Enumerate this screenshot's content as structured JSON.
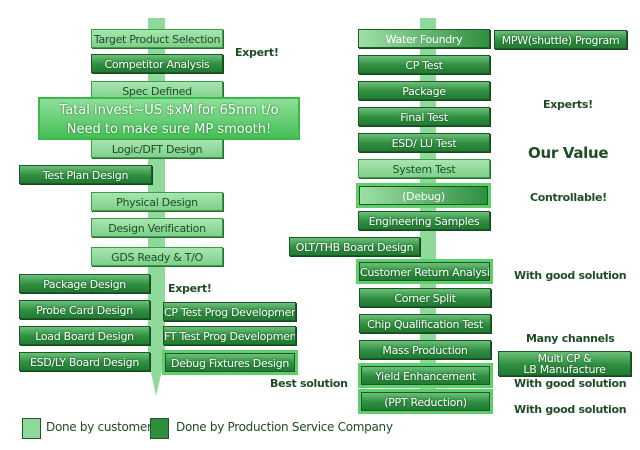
{
  "left": {
    "target": "Target Product Selection",
    "competitor": "Competitor Analysis",
    "spec": "Spec Defined",
    "banner": [
      "Tatal invest~US $xM for 65nm t/o",
      "Need to make sure MP smooth!"
    ],
    "logic": "Logic/DFT Design",
    "testplan": "Test Plan Design",
    "physical": "Physical Design",
    "verification": "Design Verification",
    "gds": "GDS Ready & T/O",
    "package": "Package Design",
    "probe": "Probe Card Design",
    "load": "Load Board Design",
    "esdly": "ESD/LY Board Design",
    "cpprog": "CP Test Prog Developmen",
    "ftprog": "FT Test Prog Developmen",
    "debugfix": "Debug Fixtures Design",
    "expert1": "Expert!",
    "expert2": "Expert!",
    "best": "Best solution"
  },
  "right": {
    "water": "Water Foundry",
    "mpw": "MPW(shuttle) Program",
    "cp": "CP Test",
    "package": "Package",
    "final": "Final Test",
    "esd": "ESD/ LU Test",
    "system": "System Test",
    "debug": "(Debug)",
    "eng": "Engineering Samples",
    "olt": "OLT/THB Board Design",
    "customer": "Customer Return Analysis",
    "corner": "Corner Split",
    "chipq": "Chip Qualification Test",
    "mass": "Mass Production",
    "yield": "Yield Enhancement",
    "ppt": "(PPT Reduction)",
    "multi": [
      "Multi CP &",
      "LB Manufacture"
    ],
    "experts": "Experts!",
    "ourvalue": "Our Value",
    "controllable": "Controllable!",
    "good1": "With good solution",
    "many": "Many channels",
    "good2": "With good solution",
    "good3": "With good solution"
  },
  "legend": {
    "customer": "Done by customer",
    "company": "Done by Production Service Company",
    "colors": {
      "customer": "#8fd99a",
      "company": "#2f8f3f"
    }
  }
}
